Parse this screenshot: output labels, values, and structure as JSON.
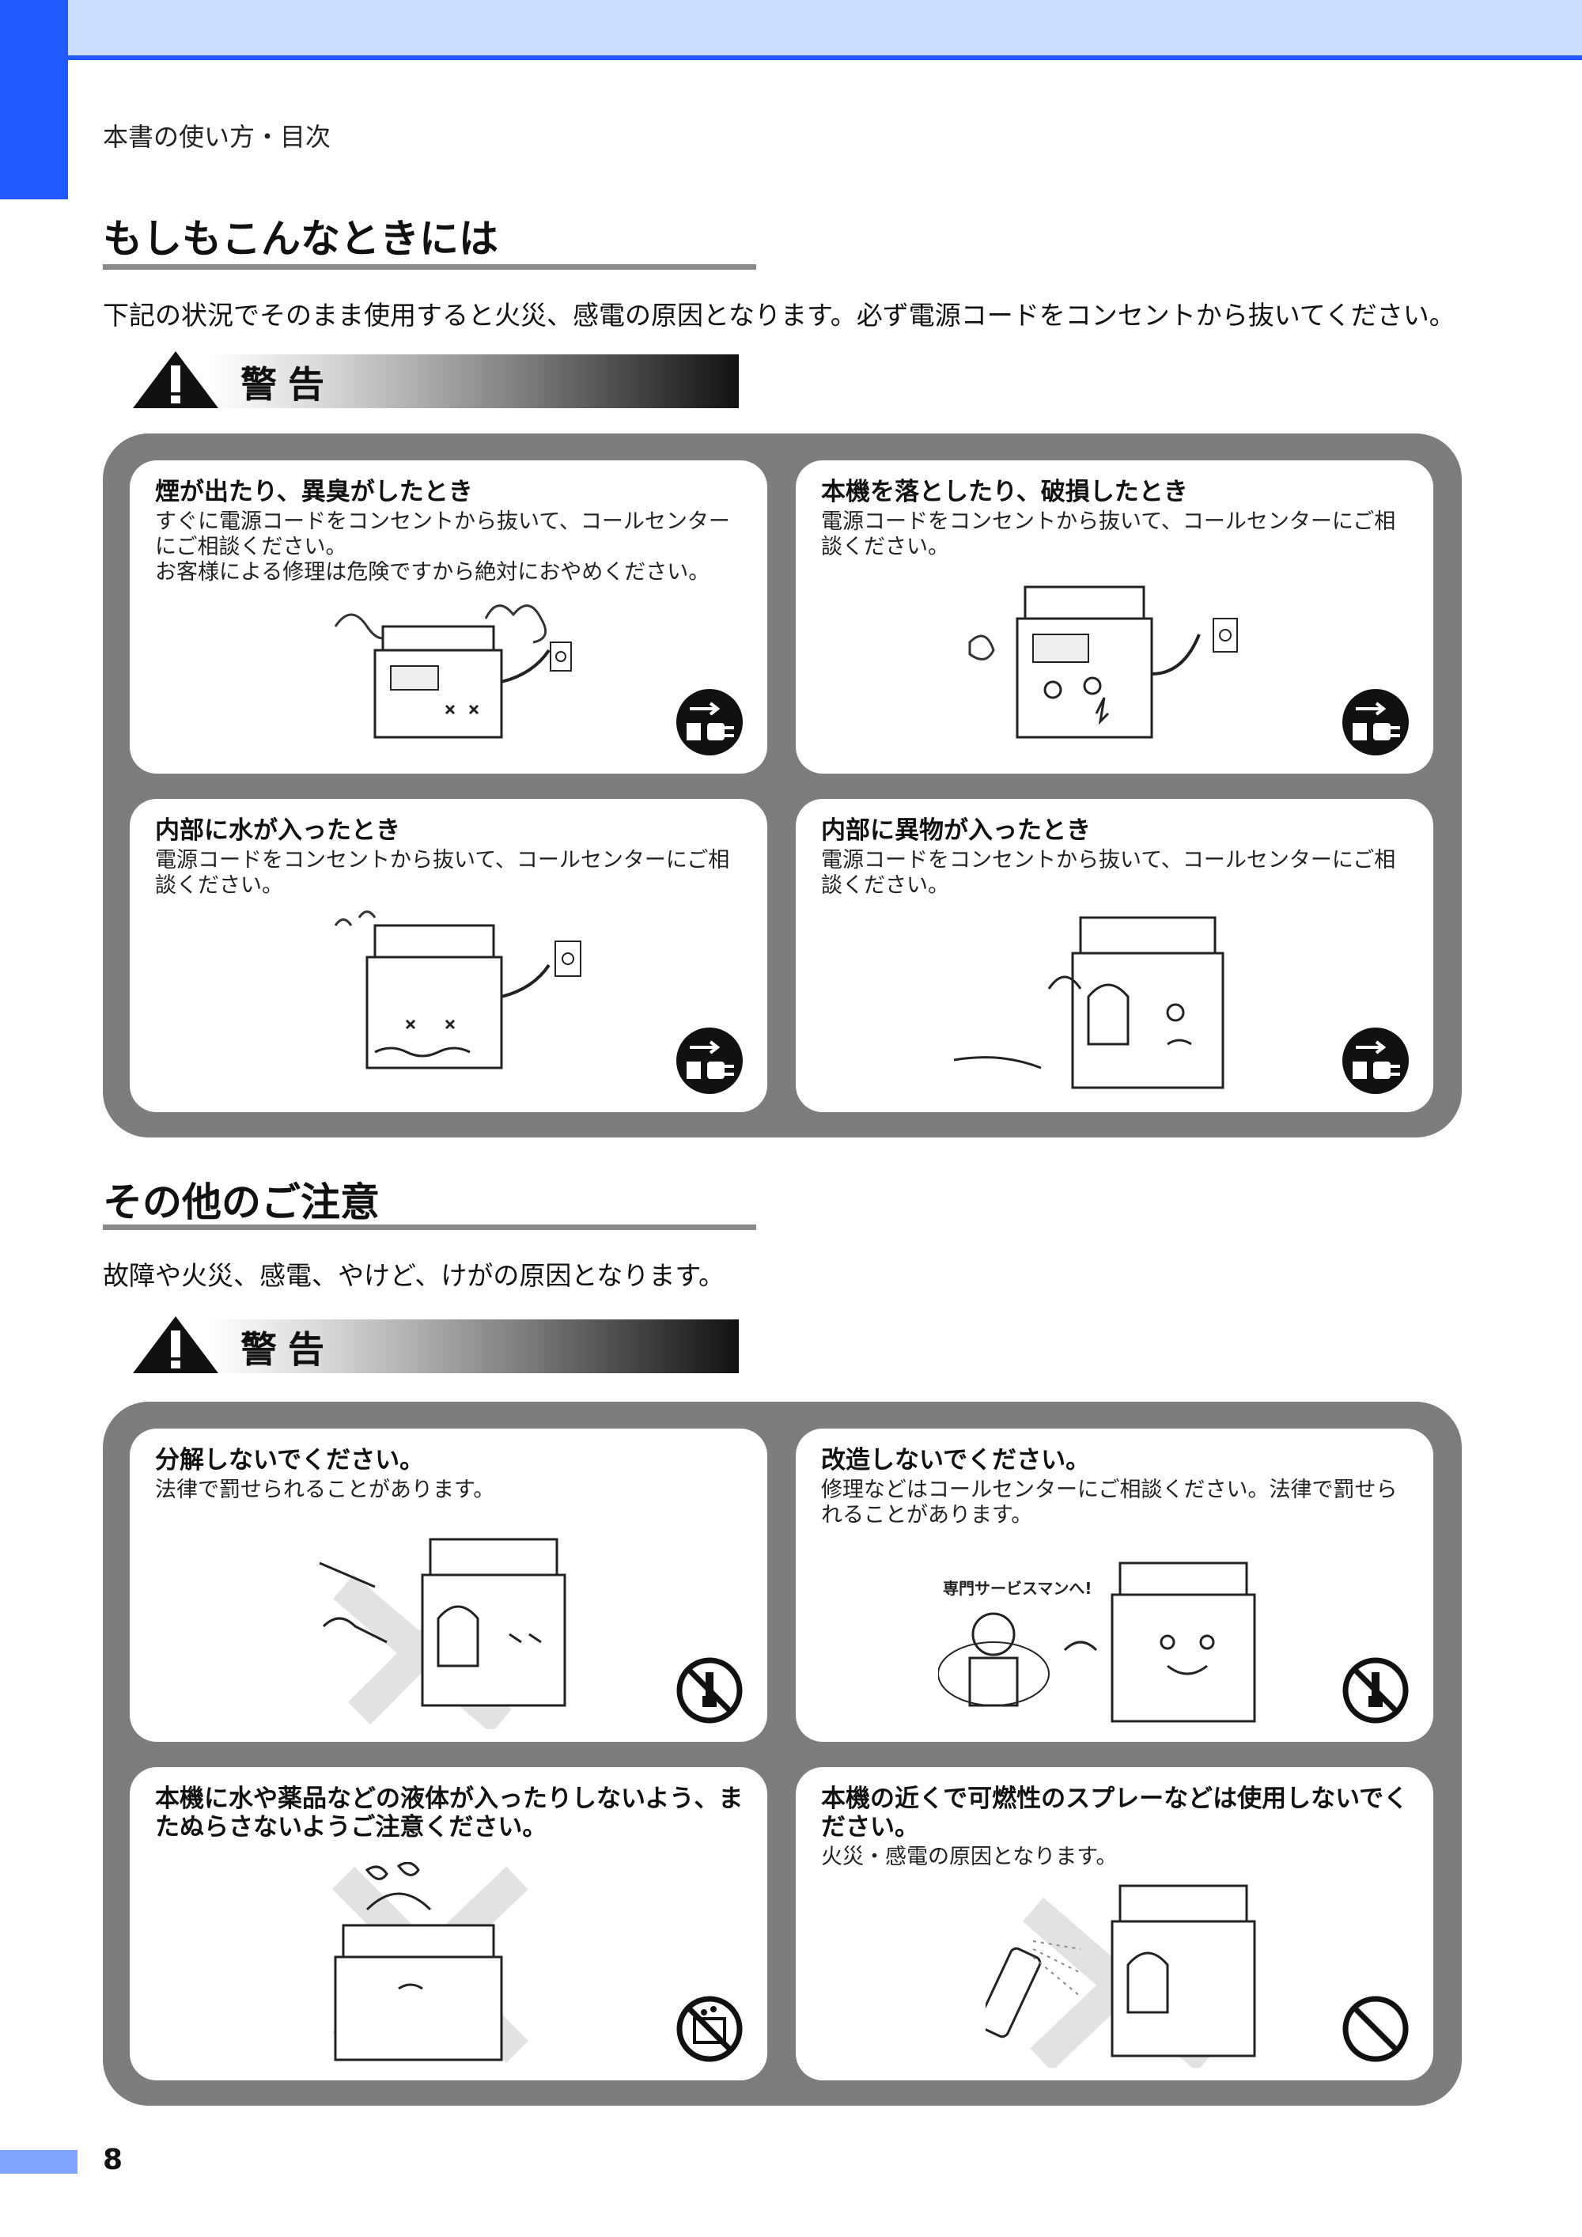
{
  "header": {
    "breadcrumb": "本書の使い方・目次"
  },
  "section1": {
    "title": "もしもこんなときには",
    "intro": "下記の状況でそのまま使用すると火災、感電の原因となります。必ず電源コードをコンセントから抜いてください。",
    "warning_label": "警告",
    "cards": [
      {
        "title": "煙が出たり、異臭がしたとき",
        "body": "すぐに電源コードをコンセントから抜いて、コールセンターにご相談ください。\nお客様による修理は危険ですから絶対におやめください。",
        "symbol": "unplug-icon"
      },
      {
        "title": "本機を落としたり、破損したとき",
        "body": "電源コードをコンセントから抜いて、コールセンターにご相談ください。",
        "symbol": "unplug-icon"
      },
      {
        "title": "内部に水が入ったとき",
        "body": "電源コードをコンセントから抜いて、コールセンターにご相談ください。",
        "symbol": "unplug-icon"
      },
      {
        "title": "内部に異物が入ったとき",
        "body": "電源コードをコンセントから抜いて、コールセンターにご相談ください。",
        "symbol": "unplug-icon"
      }
    ]
  },
  "section2": {
    "title": "その他のご注意",
    "intro": "故障や火災、感電、やけど、けがの原因となります。",
    "warning_label": "警告",
    "cards": [
      {
        "title": "分解しないでください。",
        "body": "法律で罰せられることがあります。",
        "symbol": "no-disassembly-icon"
      },
      {
        "title": "改造しないでください。",
        "body": "修理などはコールセンターにご相談ください。法律で罰せられることがあります。",
        "illus_text": "専門サービスマンへ!",
        "symbol": "no-disassembly-icon"
      },
      {
        "title": "本機に水や薬品などの液体が入ったりしないよう、またぬらさないようご注意ください。",
        "body": "",
        "symbol": "no-wet-icon"
      },
      {
        "title": "本機の近くで可燃性のスプレーなどは使用しないでください。",
        "body": "火災・感電の原因となります。",
        "symbol": "prohibited-icon"
      }
    ]
  },
  "footer": {
    "page_number": "8"
  }
}
